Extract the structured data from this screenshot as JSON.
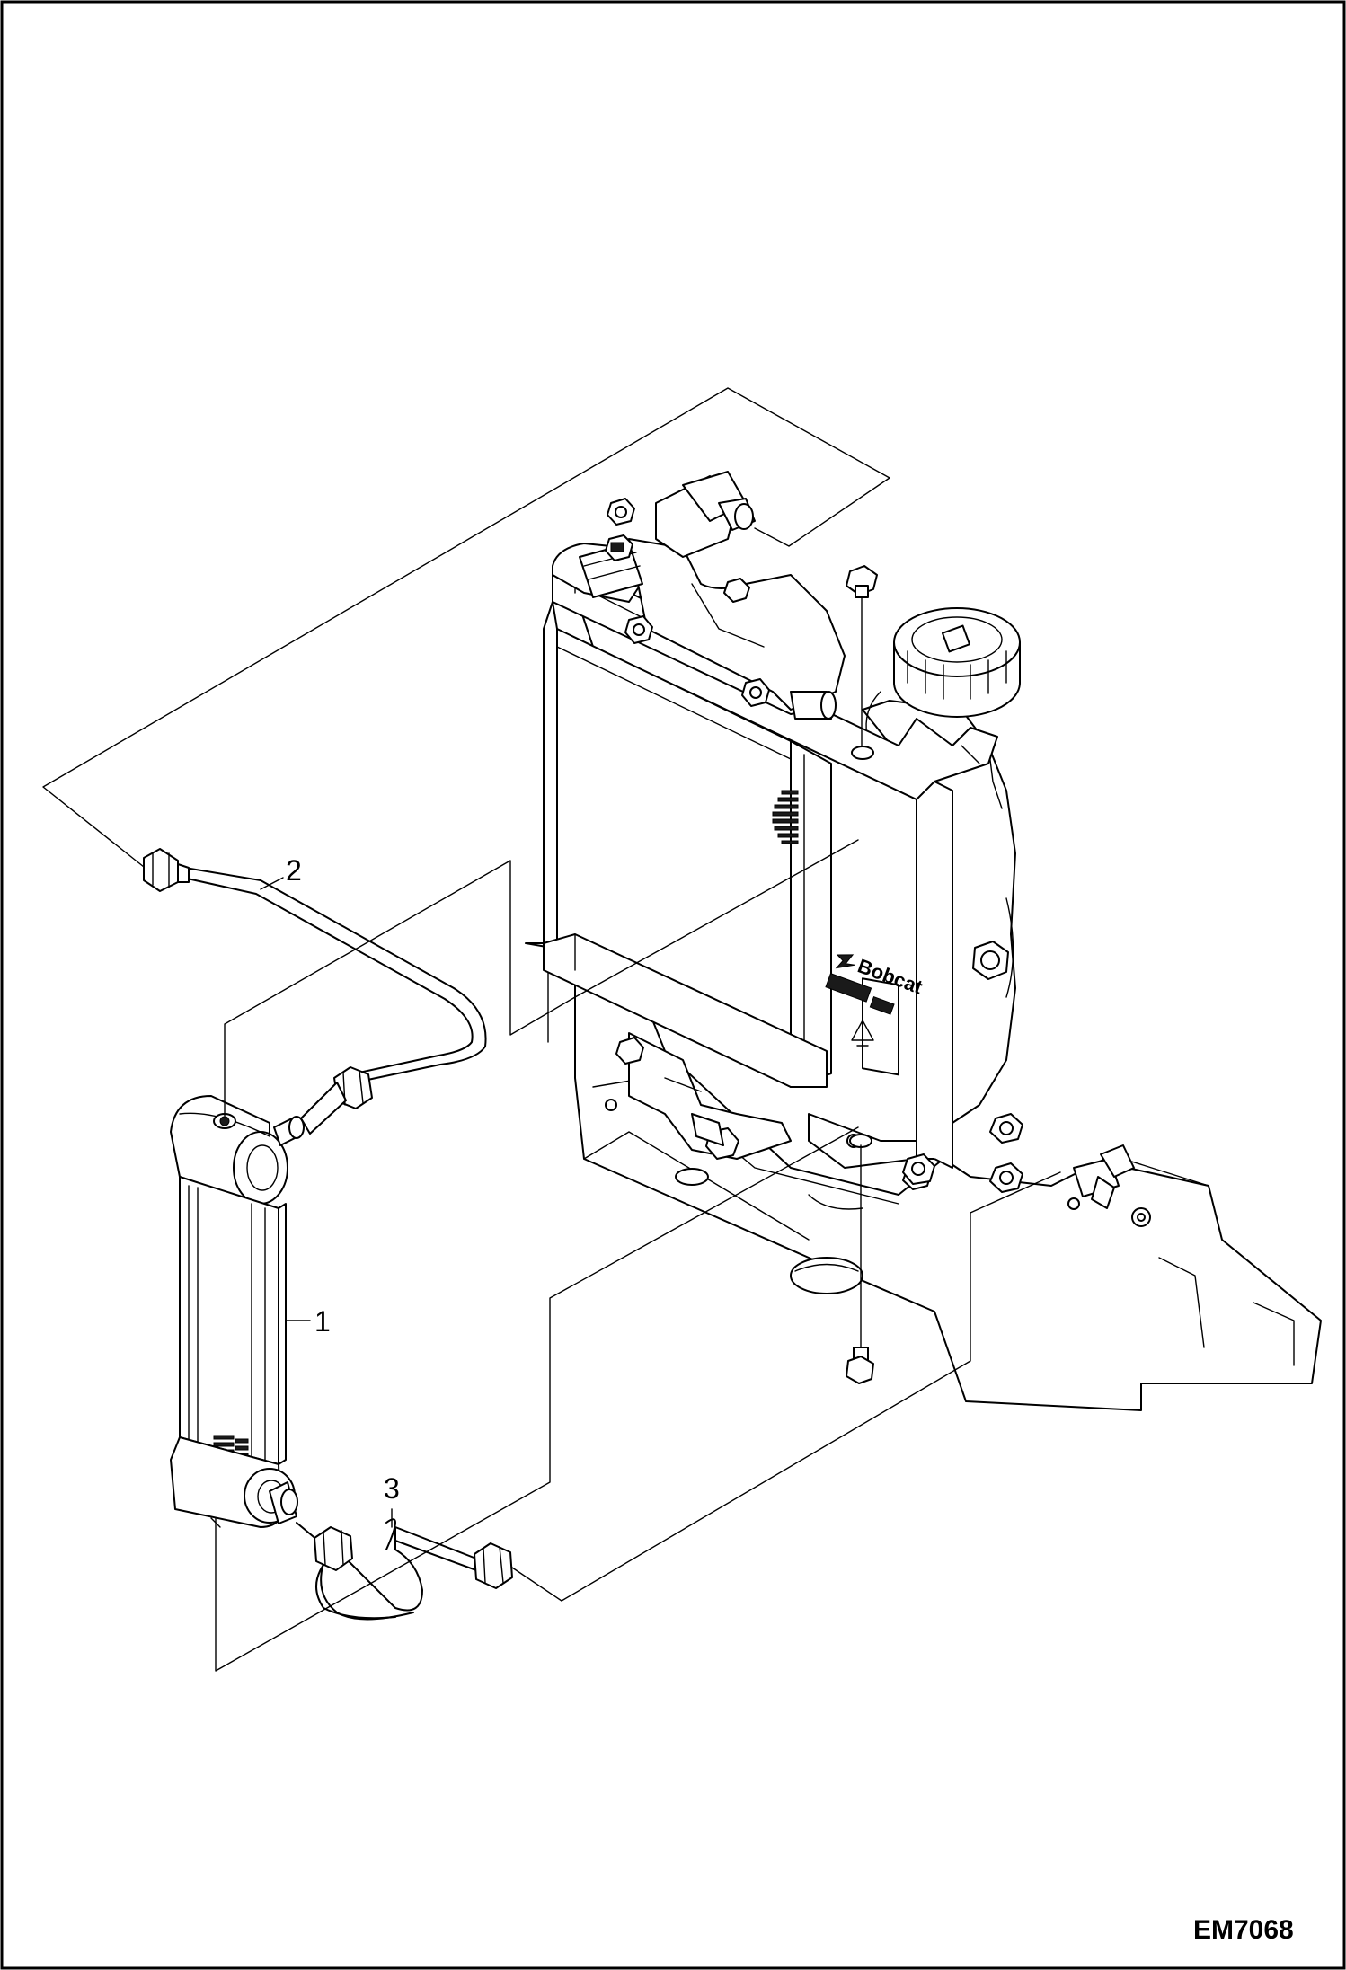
{
  "figure": {
    "id": "EM7068"
  },
  "callouts": [
    {
      "label": "1"
    },
    {
      "label": "2"
    },
    {
      "label": "3"
    }
  ],
  "logo_text": "Bobcat",
  "colors": {
    "ink": "#000000",
    "paper": "#ffffff"
  }
}
